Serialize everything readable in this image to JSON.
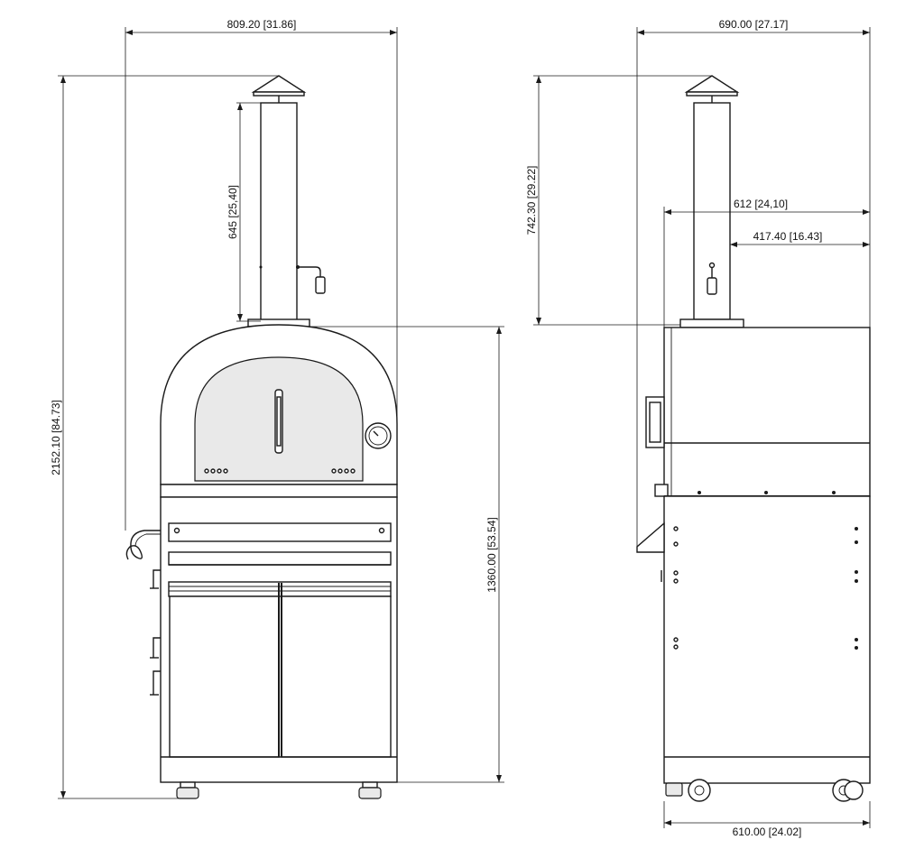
{
  "front_view": {
    "overall_width": "809.20 [31.86]",
    "overall_height": "2152.10 [84.73]",
    "chimney_height": "645 [25,40]",
    "base_height": "1360.00 [53.54]"
  },
  "side_view": {
    "overall_depth": "690.00 [27.17]",
    "top_height": "742.30 [29.22]",
    "chimney_offset_outer": "612 [24,10]",
    "chimney_offset_inner": "417.40 [16.43]",
    "cart_depth": "610.00 [24.02]"
  }
}
